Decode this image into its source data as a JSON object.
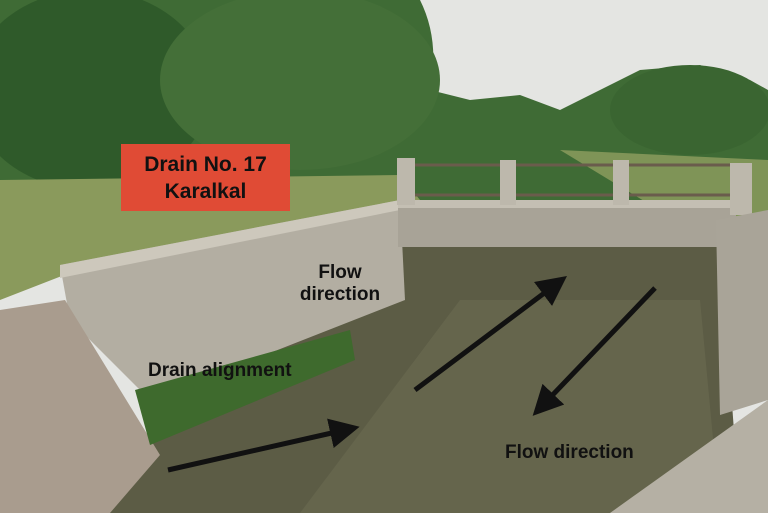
{
  "sign": {
    "line1": "Drain No. 17",
    "line2": "Karalkal",
    "color": "#e04b35"
  },
  "annotations": {
    "flow_direction_upper": [
      "Flow",
      "direction"
    ],
    "drain_alignment": "Drain alignment",
    "flow_direction_lower": "Flow direction"
  },
  "icons": [
    "arrow-upstream",
    "arrow-alignment",
    "arrow-downstream"
  ]
}
